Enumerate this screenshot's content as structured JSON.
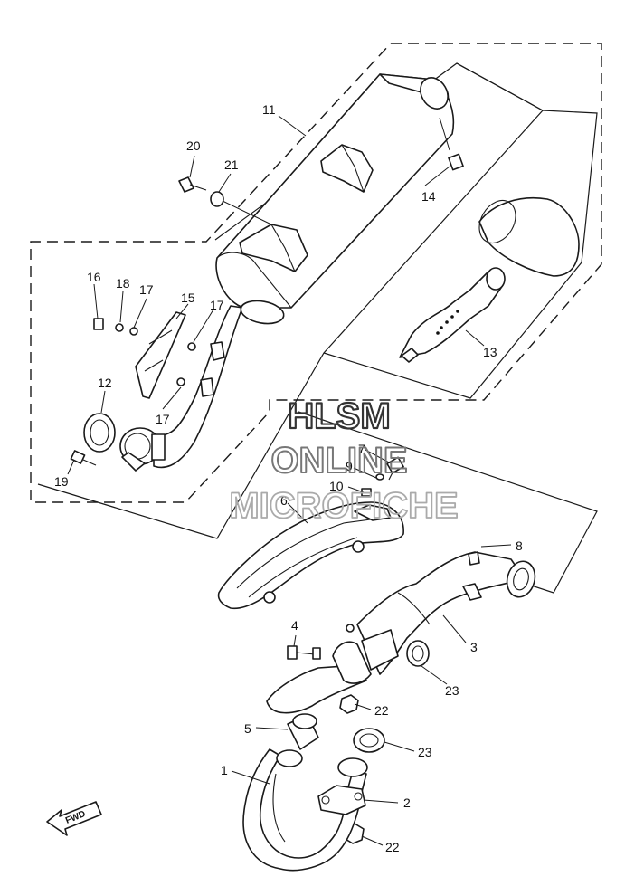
{
  "watermark": {
    "line1": "HLSM",
    "line2": "ONLINE",
    "line3": "MICROFICHE"
  },
  "fwd_label": "FWD",
  "callouts": {
    "c1": "1",
    "c2": "2",
    "c3": "3",
    "c4": "4",
    "c5": "5",
    "c6": "6",
    "c7": "7",
    "c8": "8",
    "c9": "9",
    "c10": "10",
    "c11": "11",
    "c12": "12",
    "c13": "13",
    "c14": "14",
    "c15": "15",
    "c16": "16",
    "c17a": "17",
    "c17b": "17",
    "c17c": "17",
    "c18": "18",
    "c19": "19",
    "c20": "20",
    "c21": "21",
    "c22a": "22",
    "c22b": "22",
    "c23a": "23",
    "c23b": "23"
  }
}
